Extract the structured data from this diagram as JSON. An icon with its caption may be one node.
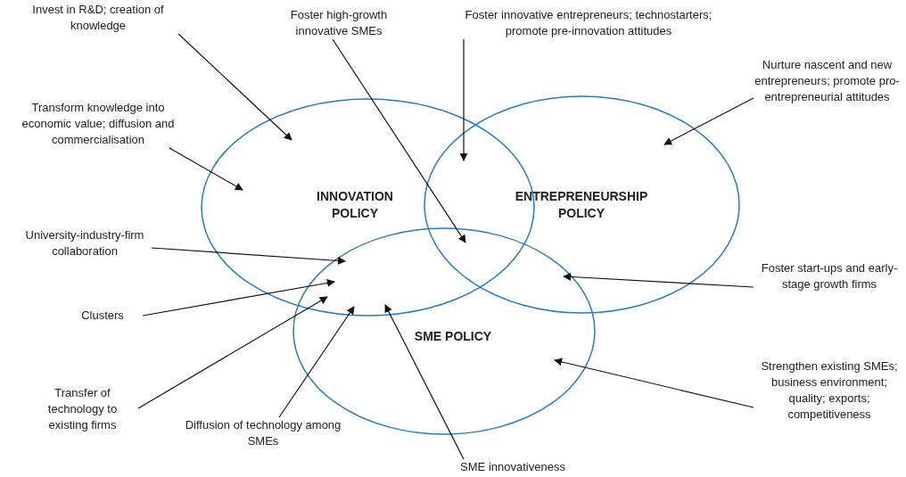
{
  "diagram": {
    "nodes": [
      {
        "text": [
          "INNOVATION POLICY"
        ]
      },
      {
        "text": [
          "ENTREPRENEURSHIP POLICY"
        ]
      },
      {
        "text": [
          "SME POLICY"
        ]
      },
      {
        "text": [
          "Invest in R&D; creation of knowledge"
        ]
      },
      {
        "text": [
          "Foster high-growth innovative SMEs"
        ]
      },
      {
        "text": [
          "Foster innovative entrepreneurs; technostarters; promote pre-innovation attitudes"
        ]
      },
      {
        "text": [
          "Nurture nascent and new entrepreneurs; promote pro-entrepreneurial attitudes"
        ]
      },
      {
        "text": [
          "Transform knowledge into economic value; diffusion and commercialisation"
        ]
      },
      {
        "text": [
          "University-industry-firm collaboration"
        ]
      },
      {
        "text": [
          "Foster start-ups and early-stage growth firms"
        ]
      },
      {
        "text": [
          "Clusters"
        ]
      },
      {
        "text": [
          "Transfer of technology to existing firms"
        ]
      },
      {
        "text": [
          "Diffusion of technology among SMEs"
        ]
      },
      {
        "text": [
          "SME innovativeness"
        ]
      },
      {
        "text": [
          "Strengthen existing SMEs; business environment; quality; exports; competitiveness"
        ]
      }
    ],
    "edges": [
      {
        "from": 3,
        "to": 0,
        "arrow": "to"
      },
      {
        "from": 4,
        "to": 2,
        "arrow": "to"
      },
      {
        "from": 5,
        "to": 1,
        "arrow": "to"
      },
      {
        "from": 6,
        "to": 1,
        "arrow": "to"
      },
      {
        "from": 7,
        "to": 0,
        "arrow": "to"
      },
      {
        "from": 8,
        "to": 2,
        "arrow": "to"
      },
      {
        "from": 9,
        "to": 2,
        "arrow": "to"
      },
      {
        "from": 10,
        "to": 2,
        "arrow": "to"
      },
      {
        "from": 11,
        "to": 2,
        "arrow": "to"
      },
      {
        "from": 12,
        "to": 2,
        "arrow": "to"
      },
      {
        "from": 13,
        "to": 2,
        "arrow": "to"
      },
      {
        "from": 14,
        "to": 2,
        "arrow": "to"
      }
    ]
  }
}
